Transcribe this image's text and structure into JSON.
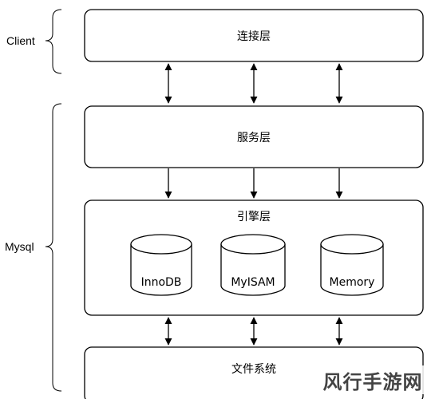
{
  "side_labels": {
    "client": "Client",
    "mysql": "Mysql"
  },
  "layers": {
    "connection": "连接层",
    "service": "服务层",
    "engine": "引擎层",
    "filesystem": "文件系统"
  },
  "engines": [
    "InnoDB",
    "MyISAM",
    "Memory"
  ],
  "watermark": "风行手游网",
  "colors": {
    "stroke": "#000000",
    "background": "#ffffff"
  }
}
